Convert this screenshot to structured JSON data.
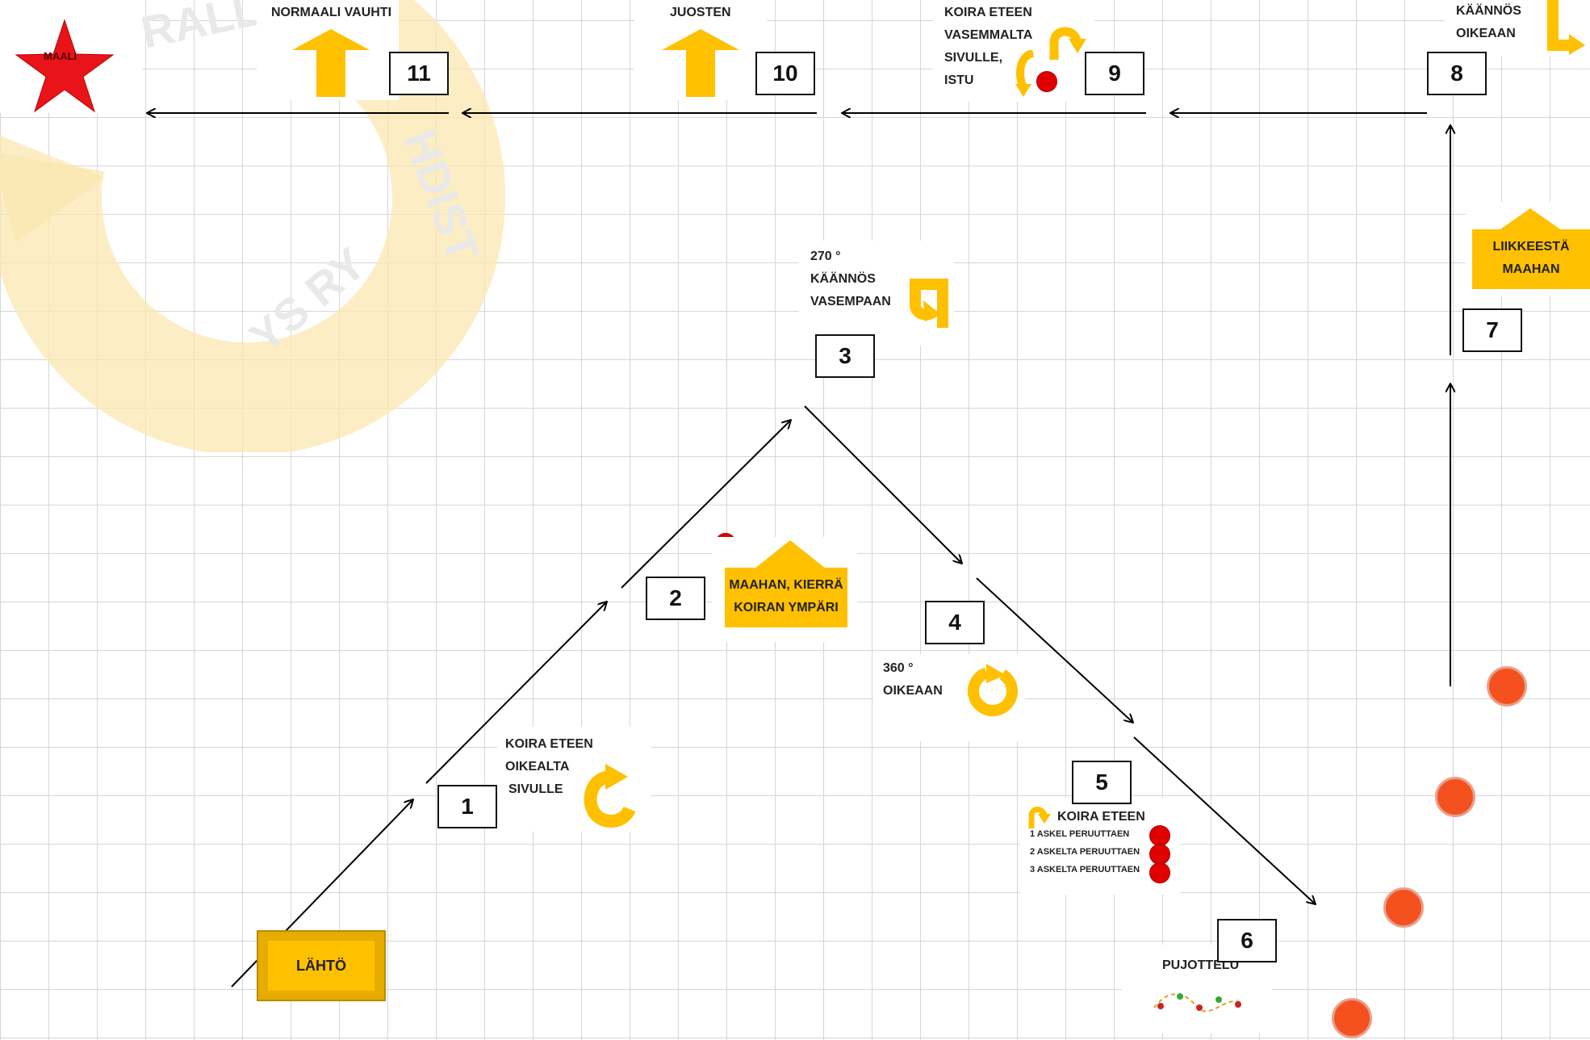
{
  "course": {
    "start_label": "LÄHTÖ",
    "finish_label": "MAALI",
    "watermark_text": "RALLY   OKERAHDISTYS RY",
    "colors": {
      "sign_yellow": "#ffc000",
      "finish_red": "#e8141a",
      "cone_orange": "#f4511e",
      "stop_red": "#e00000"
    }
  },
  "stations": [
    {
      "number": "1",
      "lines": [
        "KOIRA ETEEN",
        "OIKEALTA",
        "SIVULLE"
      ],
      "icon": "u-turn-arrow-icon"
    },
    {
      "number": "2",
      "lines": [
        "MAAHAN, KIERRÄ",
        "KOIRAN YMPÄRI"
      ],
      "icon": "stop-icon"
    },
    {
      "number": "3",
      "lines": [
        "270 °",
        "KÄÄNNÖS",
        "VASEMPAAN"
      ],
      "icon": "turn-left-arrow-icon"
    },
    {
      "number": "4",
      "lines": [
        "360 °",
        "OIKEAAN"
      ],
      "icon": "circle-arrow-icon"
    },
    {
      "number": "5",
      "lines": [
        "KOIRA ETEEN",
        "1 ASKEL PERUUTTAEN",
        "2 ASKELTA PERUUTTAEN",
        "3 ASKELTA PERUUTTAEN"
      ],
      "icon": "stop-icon"
    },
    {
      "number": "6",
      "lines": [
        "PUJOTTELU"
      ],
      "icon": "weave-icon"
    },
    {
      "number": "7",
      "lines": [
        "LIIKKEESTÄ",
        "MAAHAN"
      ],
      "icon": "up-arrow-icon"
    },
    {
      "number": "8",
      "lines": [
        "KÄÄNNÖS",
        "OIKEAAN"
      ],
      "icon": "turn-right-arrow-icon"
    },
    {
      "number": "9",
      "lines": [
        "KOIRA ETEEN",
        "VASEMMALTA",
        "SIVULLE,",
        "ISTU"
      ],
      "icon": "u-turn-arrow-icon"
    },
    {
      "number": "10",
      "lines": [
        "JUOSTEN"
      ],
      "icon": "up-arrow-icon"
    },
    {
      "number": "11",
      "lines": [
        "NORMAALI VAUHTI"
      ],
      "icon": "up-arrow-icon"
    }
  ]
}
